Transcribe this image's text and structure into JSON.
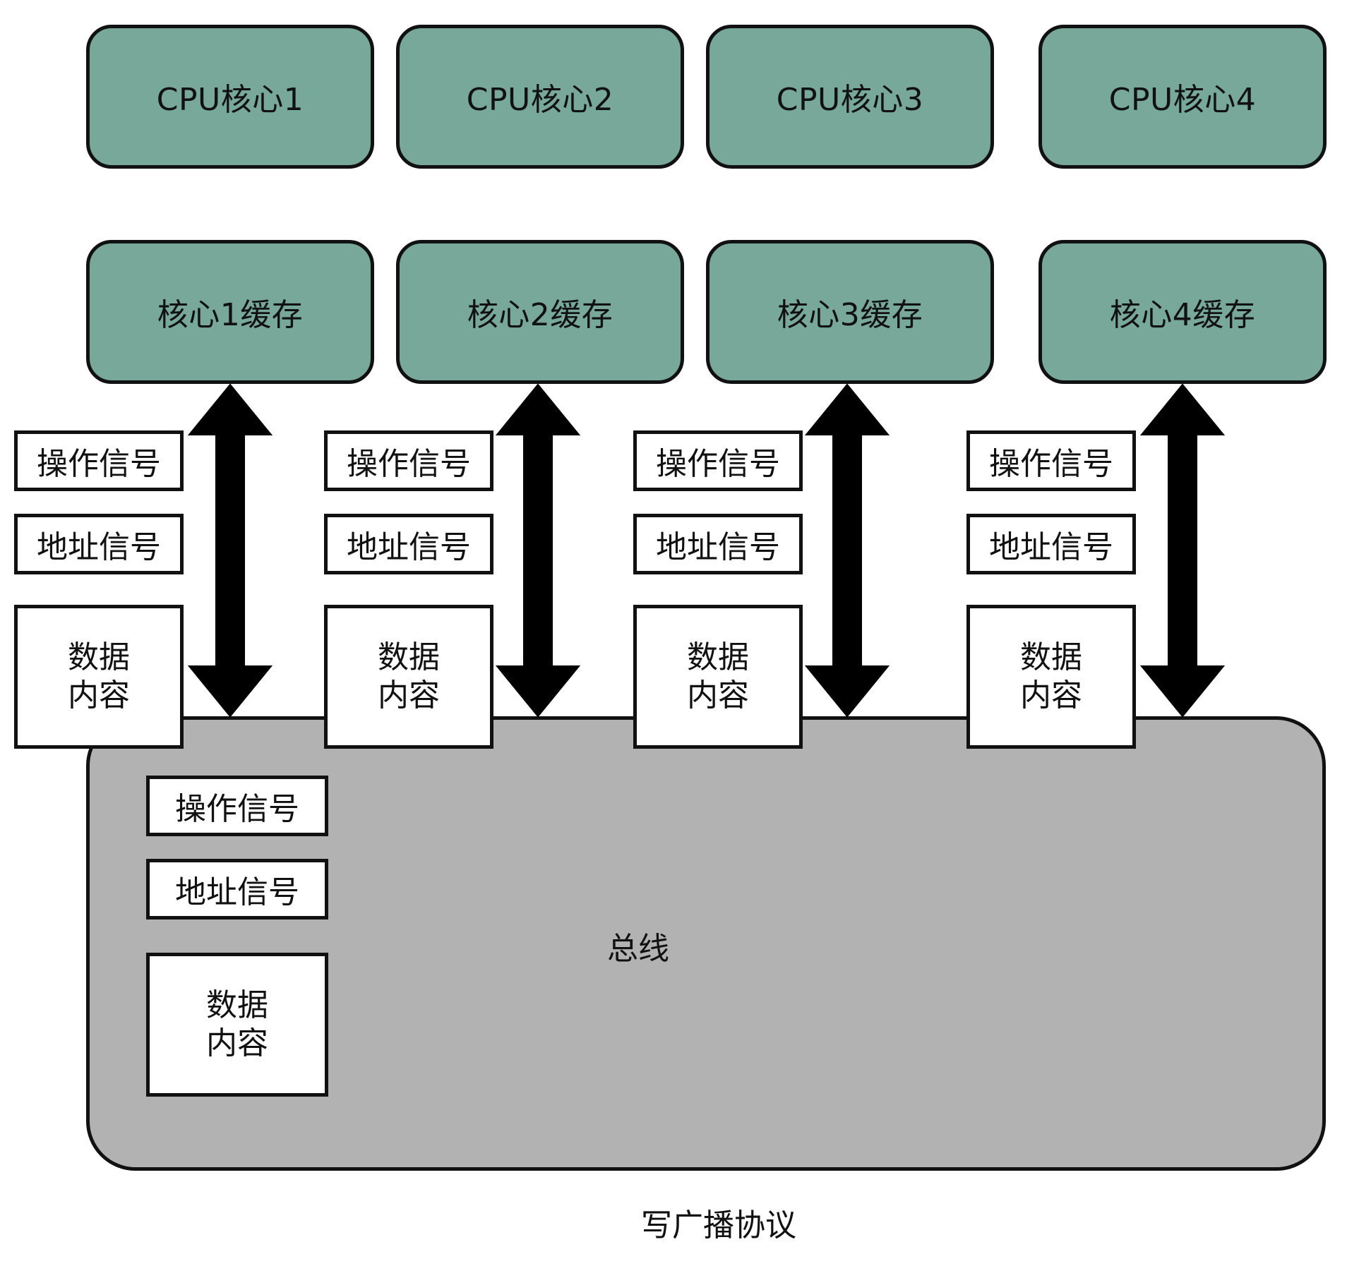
{
  "cores": [
    {
      "cpu_label": "CPU核心1",
      "cache_label": "核心1缓存"
    },
    {
      "cpu_label": "CPU核心2",
      "cache_label": "核心2缓存"
    },
    {
      "cpu_label": "CPU核心3",
      "cache_label": "核心3缓存"
    },
    {
      "cpu_label": "CPU核心4",
      "cache_label": "核心4缓存"
    }
  ],
  "signals": {
    "operation": "操作信号",
    "address": "地址信号",
    "data_line1": "数据",
    "data_line2": "内容"
  },
  "bus": {
    "label": "总线"
  },
  "caption": "写广播协议",
  "colors": {
    "core_fill": "#77a89a",
    "bus_fill": "#b2b2b2",
    "stroke": "#111111",
    "signal_fill": "#ffffff"
  }
}
